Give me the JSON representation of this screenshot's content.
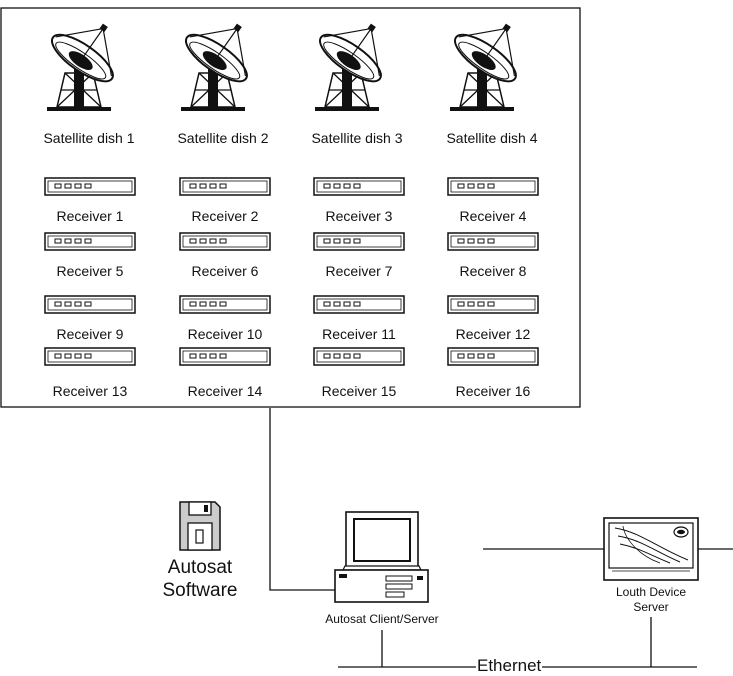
{
  "satellite_dishes": [
    {
      "label": "Satellite dish 1"
    },
    {
      "label": "Satellite dish 2"
    },
    {
      "label": "Satellite dish 3"
    },
    {
      "label": "Satellite dish 4"
    }
  ],
  "receivers": [
    {
      "label": "Receiver 1"
    },
    {
      "label": "Receiver 2"
    },
    {
      "label": "Receiver 3"
    },
    {
      "label": "Receiver 4"
    },
    {
      "label": "Receiver 5"
    },
    {
      "label": "Receiver 6"
    },
    {
      "label": "Receiver 7"
    },
    {
      "label": "Receiver 8"
    },
    {
      "label": "Receiver 9"
    },
    {
      "label": "Receiver 10"
    },
    {
      "label": "Receiver 11"
    },
    {
      "label": "Receiver 12"
    },
    {
      "label": "Receiver 13"
    },
    {
      "label": "Receiver 14"
    },
    {
      "label": "Receiver 15"
    },
    {
      "label": "Receiver 16"
    }
  ],
  "software": {
    "line1": "Autosat",
    "line2": "Software",
    "icon": "floppy-disk-icon"
  },
  "client_server": {
    "label": "Autosat Client/Server",
    "icon": "desktop-computer-icon"
  },
  "device_server": {
    "line1": "Louth Device",
    "line2": "Server",
    "icon": "device-server-icon"
  },
  "network": {
    "label": "Ethernet"
  }
}
